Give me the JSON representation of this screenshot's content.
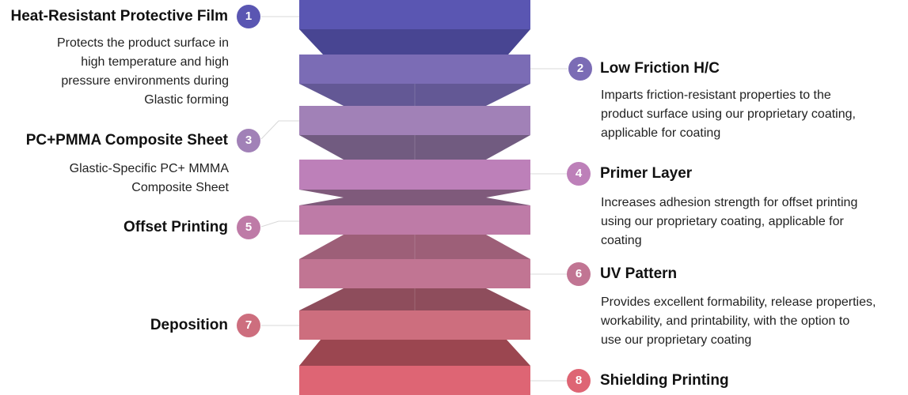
{
  "layers": [
    {
      "num": "1",
      "title": "Heat-Resistant Protective Film",
      "desc": "Protects the product surface in\nhigh temperature and high\npressure environments during\nGlastic forming",
      "color": "#5a56b2",
      "side_color": "#484592"
    },
    {
      "num": "2",
      "title": "Low Friction H/C",
      "desc": "Imparts friction-resistant properties to the\nproduct surface using our proprietary coating,\napplicable for coating",
      "color": "#7b6cb5",
      "side_color": "#635895"
    },
    {
      "num": "3",
      "title": "PC+PMMA Composite Sheet",
      "desc": "Glastic-Specific PC+ MMMA\nComposite Sheet",
      "color": "#a181b7",
      "side_color": "#715b80"
    },
    {
      "num": "4",
      "title": "Primer Layer",
      "desc": "Increases adhesion strength for offset printing\nusing our proprietary coating, applicable for\ncoating",
      "color": "#bd80b9",
      "side_color": "#7f5a7b"
    },
    {
      "num": "5",
      "title": "Offset Printing",
      "desc": "",
      "color": "#be7ba7",
      "side_color": "#9d5f78"
    },
    {
      "num": "6",
      "title": "UV Pattern",
      "desc": "Provides excellent formability, release properties,\nworkability, and printability, with the option to\nuse our proprietary coating",
      "color": "#c17593",
      "side_color": "#8e4d5c"
    },
    {
      "num": "7",
      "title": "Deposition",
      "desc": "",
      "color": "#cd6e7e",
      "side_color": "#9b4650"
    },
    {
      "num": "8",
      "title": "Shielding Printing",
      "desc": "",
      "color": "#de6574",
      "side_color": ""
    }
  ]
}
